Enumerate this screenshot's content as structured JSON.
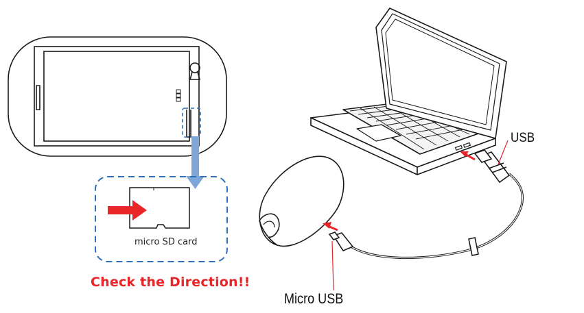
{
  "labels": {
    "sd_card": "micro SD card",
    "warning": "Check the Direction!!",
    "usb": "USB",
    "micro_usb": "Micro USB"
  },
  "colors": {
    "line": "#1a1a1a",
    "accent_blue": "#2f6eb8",
    "arrow_blue": "#7ea6d6",
    "arrow_red": "#e8262a",
    "warning_text": "#e8262a"
  },
  "icons": [
    "device-back-outline",
    "micro-sd-card-icon",
    "insert-arrow-icon",
    "laptop-icon",
    "power-bank-icon",
    "usb-cable-icon"
  ]
}
